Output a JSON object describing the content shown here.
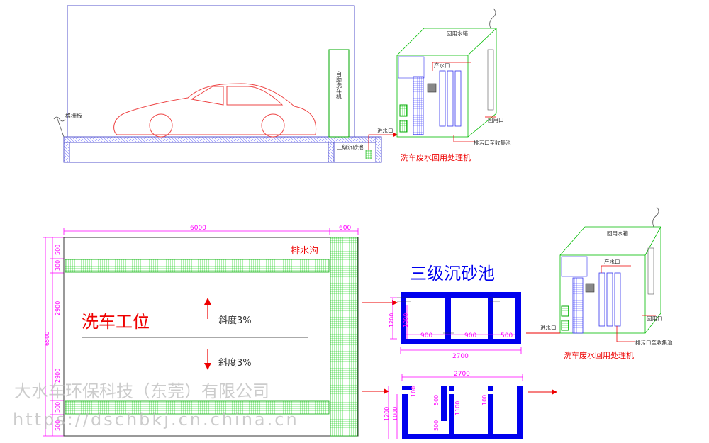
{
  "top": {
    "grating_label": "格栅板",
    "self_wash_label": "自助洗车机",
    "sand_pool_label": "三级沉砂池",
    "inlet_label": "进水口",
    "product_water_label": "产水口",
    "reuse_tank_label": "回用水箱",
    "reuse_outlet_label": "回用口",
    "drain_label": "排污口至收集池",
    "machine_caption": "洗车废水回用处理机"
  },
  "plan": {
    "dim_top_total": "6000",
    "dim_top_right": "600",
    "dim_left_500a": "500",
    "dim_left_300a": "300",
    "dim_left_total": "6500",
    "dim_left_2900a": "2900",
    "dim_left_2900b": "2900",
    "dim_left_300b": "300",
    "dim_left_500b": "500",
    "drain_ditch_label": "排水沟",
    "bay_label": "洗车工位",
    "slope_up": "斜度3%",
    "slope_down": "斜度3%"
  },
  "sand_plan": {
    "title": "三级沉砂池",
    "dim_1200": "1200",
    "dim_1000": "1000",
    "dim_900a": "900",
    "dim_900b": "900",
    "dim_500": "500",
    "dim_total": "2700"
  },
  "sand_section": {
    "dim_total": "2700",
    "dim_100a": "100",
    "dim_500a": "500",
    "dim_1100": "1100",
    "dim_500b": "500",
    "dim_100b": "100",
    "dim_1200": "1200",
    "dim_1000": "1000"
  },
  "machine2": {
    "reuse_tank_label": "回用水箱",
    "product_water_label": "产水口",
    "inlet_label": "进水口",
    "reuse_outlet_label": "回用口",
    "drain_label": "排污口至收集池",
    "caption": "洗车废水回用处理机"
  },
  "watermark": {
    "company": "大水车环保科技（东莞）有限公司",
    "url": "https://dschbkj.cn.china.cn"
  },
  "colors": {
    "magenta": "#ff00ff",
    "blue": "#0000ee",
    "green": "#00cc00",
    "red": "#ee0000"
  }
}
